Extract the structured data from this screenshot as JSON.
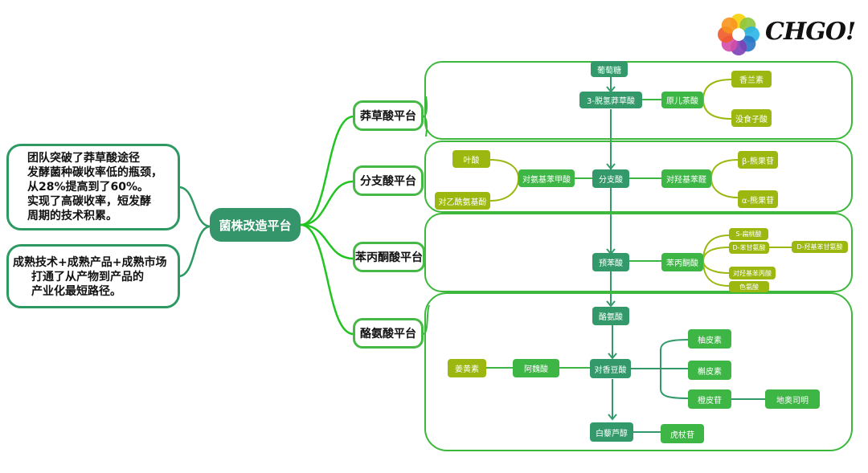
{
  "logo": {
    "text": "CHGO!",
    "icon": "flower-logo-icon",
    "petal_colors": [
      "#f6d20a",
      "#8cc63e",
      "#29b5e8",
      "#2a74c6",
      "#7d3fb5",
      "#d44da8",
      "#f05a28",
      "#f7941d"
    ]
  },
  "colors": {
    "panel_border": "#3cb83c",
    "root": "#34956a",
    "node_dark": "#33996b",
    "node_green": "#3db646",
    "node_olive": "#9cb70f",
    "branch": "#22c422"
  },
  "root": {
    "label": "菌株改造平台"
  },
  "notes": [
    {
      "lines": [
        "团队突破了莽草酸途径",
        "发酵菌种碳收率低的瓶颈，",
        "从28%提高到了60%。",
        "实现了高碳收率，短发酵",
        "周期的技术积累。"
      ]
    },
    {
      "lines": [
        "成熟技术+成熟产品+成熟市场",
        "打通了从产物到产品的",
        "产业化最短路径。"
      ]
    }
  ],
  "platforms": [
    {
      "label": "莽草酸平台"
    },
    {
      "label": "分支酸平台"
    },
    {
      "label": "苯丙酮酸平台"
    },
    {
      "label": "酪氨酸平台"
    }
  ],
  "nodes": {
    "glucose": "葡萄糖",
    "dhs": "3-脱氢莽草酸",
    "protocatechuic": "原儿茶酸",
    "vanillin": "香兰素",
    "gallic": "没食子酸",
    "folate": "叶酸",
    "paracetamol": "对乙酰氨基酚",
    "paba": "对氨基苯甲酸",
    "chorismate": "分支酸",
    "hba": "对羟基苯醛",
    "b_arbutin": "β-熊果苷",
    "a_arbutin": "α-熊果苷",
    "prephenate": "预苯酸",
    "phenylpyruvate": "苯丙酮酸",
    "s_mandelic": "S-扁桃酸",
    "d_phenylglycine": "D-苯甘氨酸",
    "d_hpg": "D-羟基苯甘氨酸",
    "hppa": "对羟基苯丙酸",
    "tryptophan": "色氨酸",
    "tyrosine": "酪氨酸",
    "coumaric": "对香豆酸",
    "ferulic": "阿魏酸",
    "curcumin": "姜黄素",
    "naringenin": "柚皮素",
    "hesperetin": "槲皮素",
    "hesperidin": "橙皮苷",
    "diosmin": "地奥司明",
    "resveratrol": "白藜芦醇",
    "polydatin": "虎杖苷"
  }
}
